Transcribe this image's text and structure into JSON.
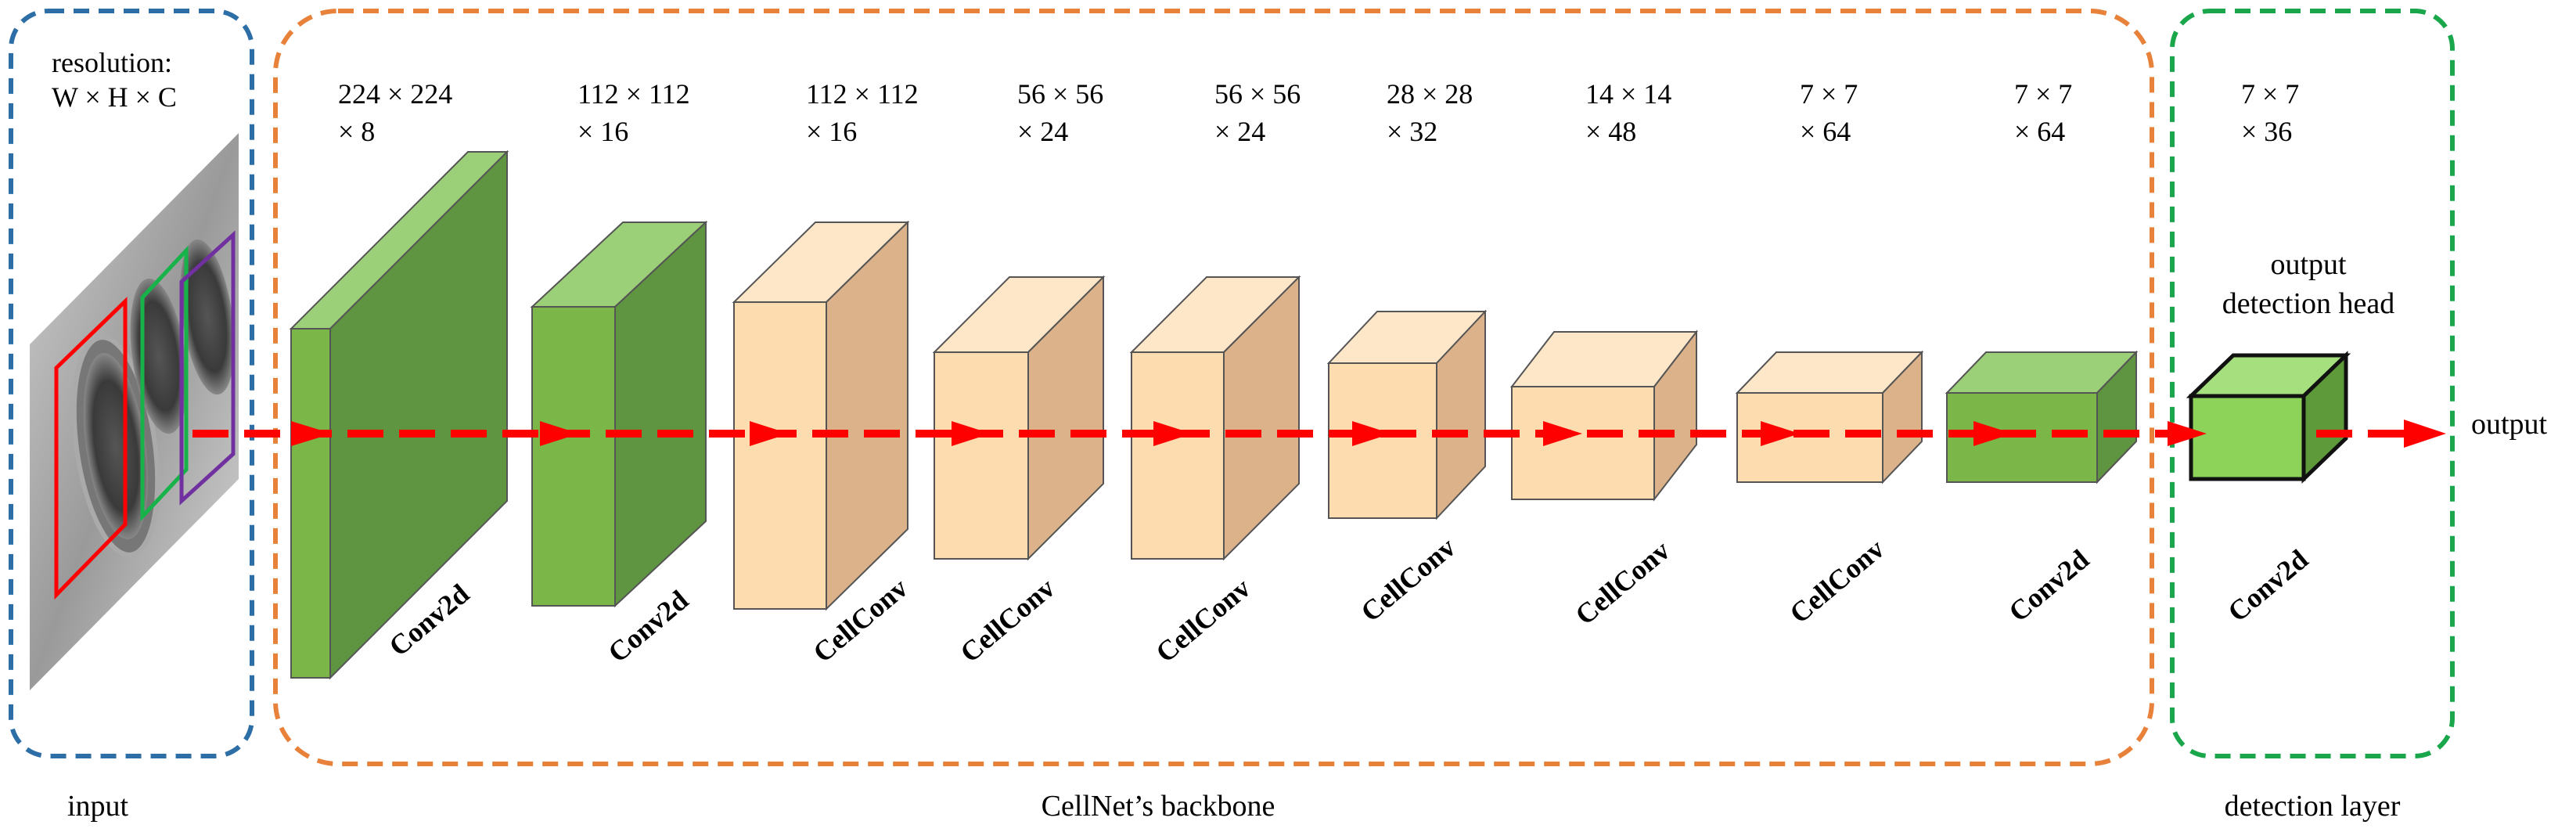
{
  "input": {
    "label": "input",
    "resolution_line1": "resolution:",
    "resolution_line2": "W × H × C"
  },
  "backbone": {
    "label": "CellNet’s backbone",
    "blocks": [
      {
        "dim1": "224 × 224",
        "dim2": "× 8",
        "layer": "Conv2d",
        "color": "green"
      },
      {
        "dim1": "112 × 112",
        "dim2": "× 16",
        "layer": "Conv2d",
        "color": "green"
      },
      {
        "dim1": "112 × 112",
        "dim2": "× 16",
        "layer": "CellConv",
        "color": "peach"
      },
      {
        "dim1": "56 × 56",
        "dim2": "× 24",
        "layer": "CellConv",
        "color": "peach"
      },
      {
        "dim1": "56 × 56",
        "dim2": "× 24",
        "layer": "CellConv",
        "color": "peach"
      },
      {
        "dim1": "28 × 28",
        "dim2": "× 32",
        "layer": "CellConv",
        "color": "peach"
      },
      {
        "dim1": "14 × 14",
        "dim2": "× 48",
        "layer": "CellConv",
        "color": "peach"
      },
      {
        "dim1": "7 × 7",
        "dim2": "× 64",
        "layer": "CellConv",
        "color": "peach"
      },
      {
        "dim1": "7 × 7",
        "dim2": "× 64",
        "layer": "Conv2d",
        "color": "green"
      }
    ]
  },
  "detection": {
    "label": "detection layer",
    "dim1": "7 × 7",
    "dim2": "× 36",
    "head_line1": "output",
    "head_line2": "detection head",
    "layer": "Conv2d"
  },
  "output_label": "output",
  "colors": {
    "input_border": "#2e6ea6",
    "backbone_border": "#e8813a",
    "detection_border": "#1aa64a",
    "arrow": "#ff0000",
    "green_front": "#7ab648",
    "green_side": "#5f9440",
    "green_top": "#9bcf78",
    "peach_front": "#fddcb0",
    "peach_side": "#dbb28a",
    "peach_top": "#fde7c8",
    "head_front": "#8dd35a",
    "head_side": "#5f9a3a",
    "head_top": "#a6e07e"
  }
}
